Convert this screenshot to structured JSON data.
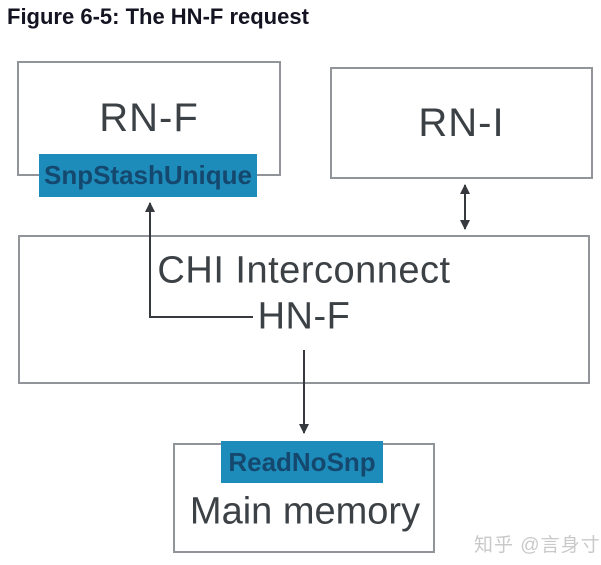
{
  "figure_title": "Figure 6-5: The HN-F request",
  "nodes": {
    "rn_f": {
      "label": "RN-F"
    },
    "rn_i": {
      "label": "RN-I"
    },
    "chi_interconnect": {
      "label": "CHI Interconnect",
      "sublabel": "HN-F"
    },
    "main_memory": {
      "label": "Main memory"
    }
  },
  "message_labels": {
    "snp_stash_unique": {
      "label": "SnpStashUnique"
    },
    "read_no_snp": {
      "label": "ReadNoSnp"
    }
  },
  "edges": [
    {
      "from": "HN-F",
      "to": "RN-F",
      "via_label": "SnpStashUnique",
      "style": "single-arrow"
    },
    {
      "from": "RN-I",
      "to": "CHI Interconnect",
      "via_label": "",
      "style": "double-arrow"
    },
    {
      "from": "HN-F",
      "to": "Main memory",
      "via_label": "ReadNoSnp",
      "style": "single-arrow"
    }
  ],
  "colors": {
    "message_label_bg": "#1e8cba",
    "message_label_text": "#15486e",
    "box_border": "#919599",
    "node_text": "#3c4146",
    "arrow": "#36393d",
    "title_text": "#131321",
    "watermark_text": "#c9c9c9"
  },
  "watermark": "知乎 @言身寸"
}
